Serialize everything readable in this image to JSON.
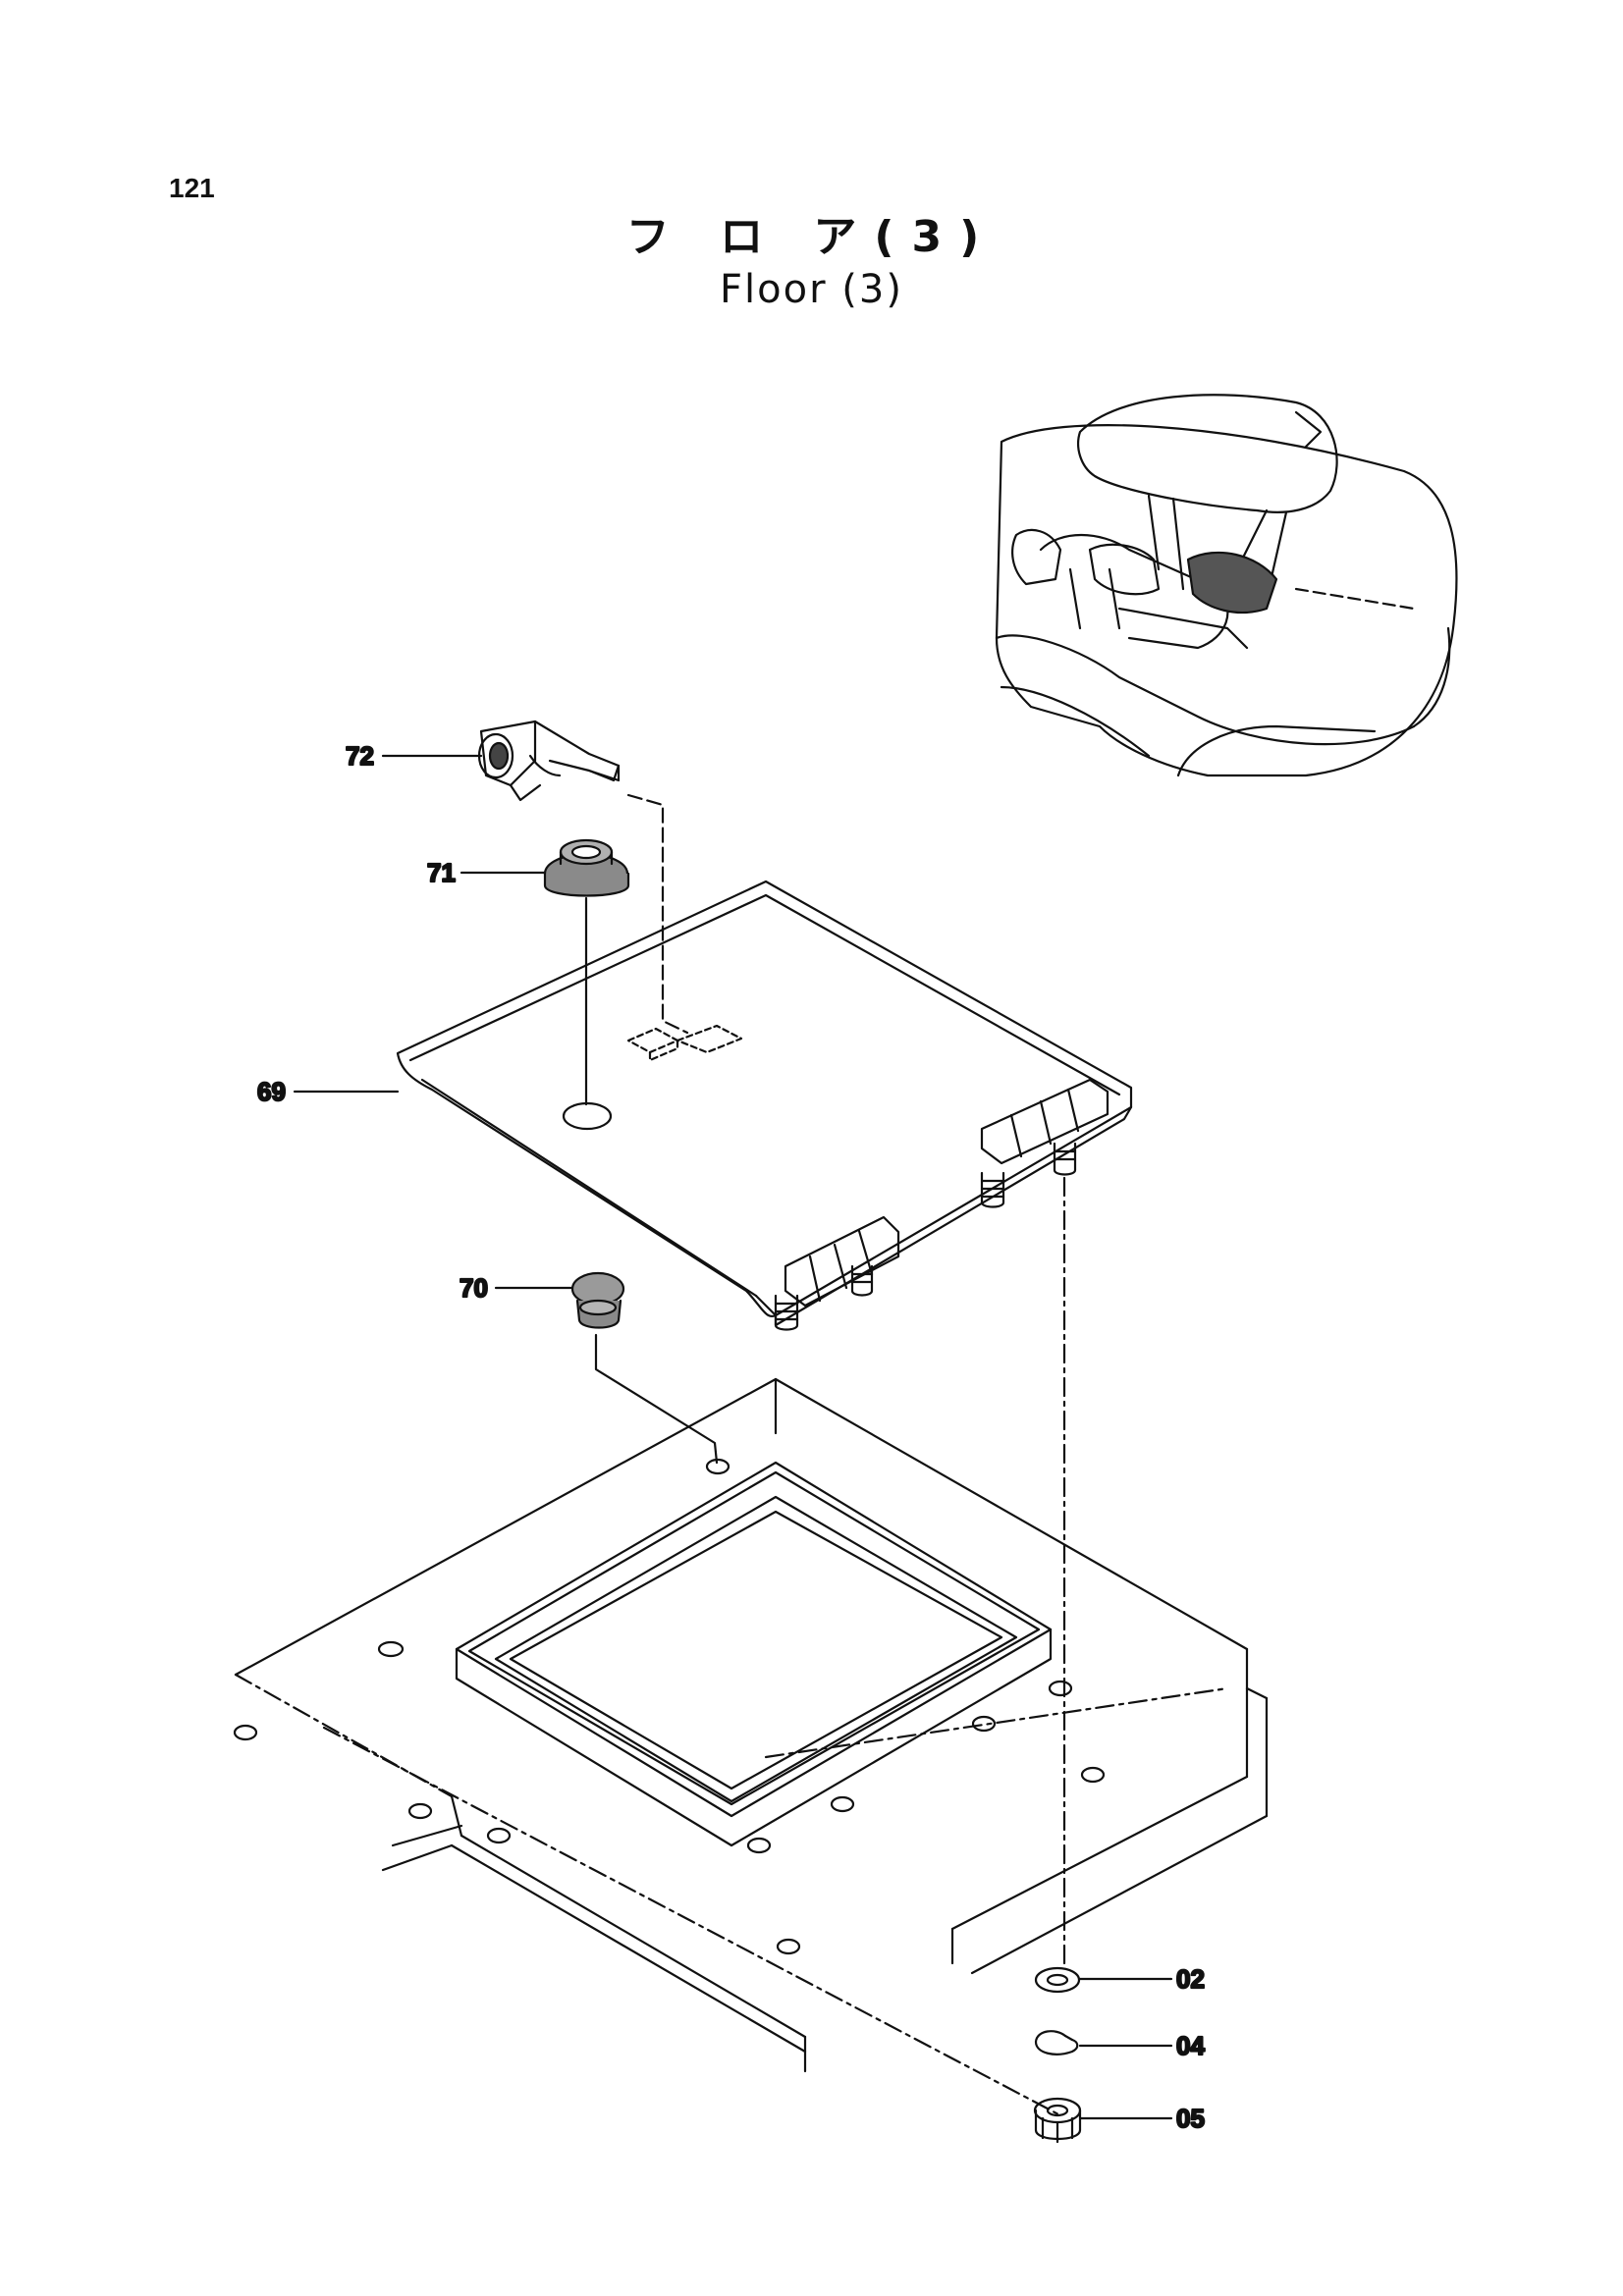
{
  "page_number": "121",
  "title_jp": "フ ロ ア(3)",
  "title_en": "Floor (3)",
  "parts": [
    {
      "id": "p72",
      "number": "72"
    },
    {
      "id": "p71",
      "number": "71"
    },
    {
      "id": "p69",
      "number": "69"
    },
    {
      "id": "p70",
      "number": "70"
    },
    {
      "id": "p02",
      "number": "02"
    },
    {
      "id": "p04",
      "number": "04"
    },
    {
      "id": "p05",
      "number": "05"
    }
  ]
}
